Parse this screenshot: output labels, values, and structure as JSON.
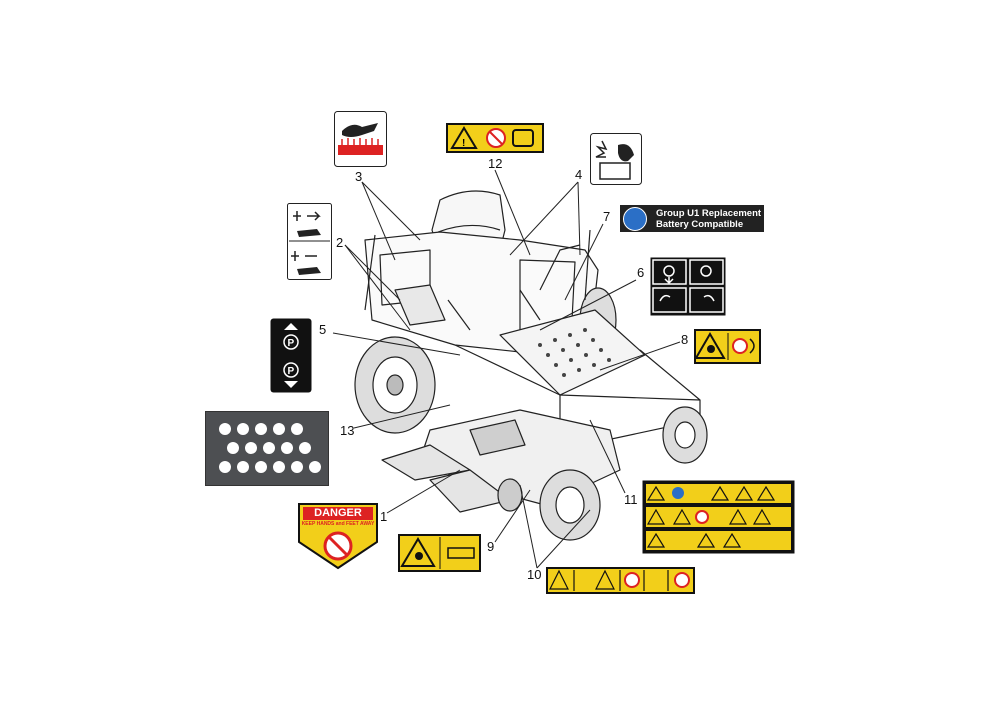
{
  "callouts": {
    "n1": "1",
    "n2": "2",
    "n3": "3",
    "n4": "4",
    "n5": "5",
    "n6": "6",
    "n7": "7",
    "n8": "8",
    "n9": "9",
    "n10": "10",
    "n11": "11",
    "n12": "12",
    "n13": "13"
  },
  "battery_decal": {
    "line1": "Group U1 Replacement",
    "line2": "Battery Compatible",
    "icon": "read-manual-icon"
  },
  "danger_decal": {
    "title": "DANGER",
    "subtitle": "KEEP HANDS and FEET AWAY",
    "icon": "hand-crush-icon"
  },
  "colors": {
    "decal_yellow": "#f2cf1a",
    "danger_red": "#d22222",
    "battery_blue": "#2b6fc6",
    "hole_panel": "#4d4f52"
  }
}
